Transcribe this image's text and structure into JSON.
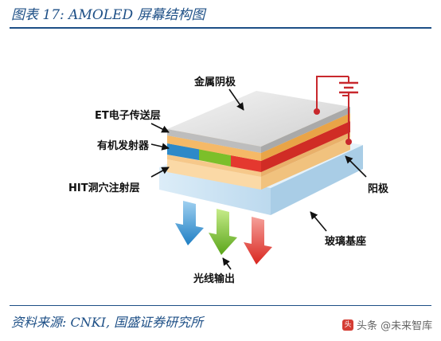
{
  "figure": {
    "title": "图表 17:  AMOLED 屏幕结构图",
    "source": "资料来源: CNKI, 国盛证券研究所"
  },
  "diagram": {
    "labels": {
      "cathode": "金属阴极",
      "etl": "ET电子传送层",
      "eml": "有机发射器",
      "htl": "HIT洞穴注射层",
      "anode": "阳极",
      "substrate": "玻璃基座",
      "light_out": "光线输出"
    },
    "colors": {
      "cathode": "#d9d9d9",
      "orange_layer": "#f5b967",
      "pale_orange_layer": "#fbd9a6",
      "emitter_blue": "#2d89c8",
      "emitter_green": "#7cbf2a",
      "emitter_red": "#e4382f",
      "glass": "#cfe6f6",
      "circuit": "#c8282d",
      "title_blue": "#1d4f86"
    }
  },
  "watermark": {
    "text": "头条 @未来智库"
  }
}
